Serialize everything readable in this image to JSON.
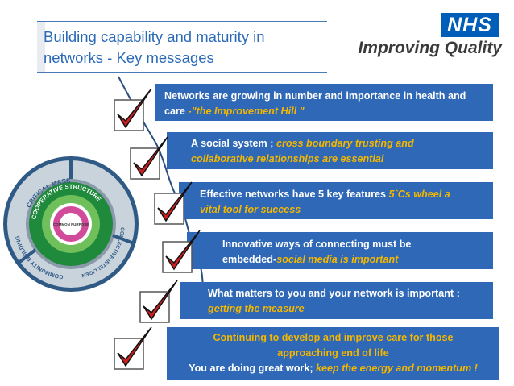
{
  "header": {
    "title_line1": "Building capability and maturity in",
    "title_line2": "networks - Key messages"
  },
  "logo": {
    "nhs": "NHS",
    "tagline": "Improving Quality"
  },
  "wheel": {
    "outer_labels": [
      "CRITICAL MASS",
      "COLLECTIVE INTELLIGENCE",
      "COMMUNITY BUILDING"
    ],
    "ring_text": "COOPERATIVE STRUCTURE",
    "hub_text": "COMMON PURPOSE"
  },
  "messages": [
    {
      "text": "Networks are growing in number and importance  in health and care ",
      "highlight": "-\"the Improvement Hill \""
    },
    {
      "text": "A social system ; ",
      "highlight": "cross boundary trusting and collaborative relationships are essential"
    },
    {
      "text": "Effective networks have 5 key  features ",
      "highlight": "5`Cs wheel  a vital tool for success"
    },
    {
      "text": "Innovative ways of connecting must be embedded-",
      "highlight": "social media is important"
    },
    {
      "text": "What matters to you and your network is important : ",
      "highlight": "getting the measure"
    },
    {
      "line1": "Continuing to develop and improve care for those approaching end of life",
      "line2_text": "You are doing great work; ",
      "line2_highlight": "keep the energy and momentum !"
    }
  ],
  "colors": {
    "box_blue": "#2e68b6",
    "highlight": "#f5b700",
    "title_blue": "#2a6ab8",
    "nhs_blue": "#005eb8",
    "check_red": "#cc1f1f"
  },
  "icons": [
    "checkmark-icon",
    "five-cs-wheel-icon"
  ]
}
